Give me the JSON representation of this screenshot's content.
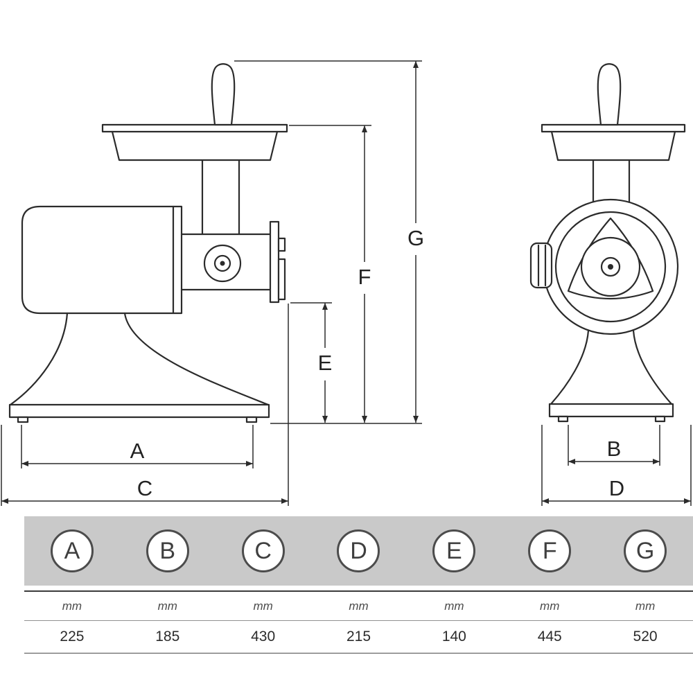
{
  "diagram": {
    "labels": {
      "A": "A",
      "B": "B",
      "C": "C",
      "D": "D",
      "E": "E",
      "F": "F",
      "G": "G"
    }
  },
  "table": {
    "header_background": "#c9c9c9",
    "columns": [
      {
        "label": "A",
        "unit": "mm",
        "value": "225"
      },
      {
        "label": "B",
        "unit": "mm",
        "value": "185"
      },
      {
        "label": "C",
        "unit": "mm",
        "value": "430"
      },
      {
        "label": "D",
        "unit": "mm",
        "value": "215"
      },
      {
        "label": "E",
        "unit": "mm",
        "value": "140"
      },
      {
        "label": "F",
        "unit": "mm",
        "value": "445"
      },
      {
        "label": "G",
        "unit": "mm",
        "value": "520"
      }
    ]
  },
  "chart_data": {
    "type": "table",
    "columns": [
      "A",
      "B",
      "C",
      "D",
      "E",
      "F",
      "G"
    ],
    "unit": "mm",
    "values": [
      225,
      185,
      430,
      215,
      140,
      445,
      520
    ]
  }
}
